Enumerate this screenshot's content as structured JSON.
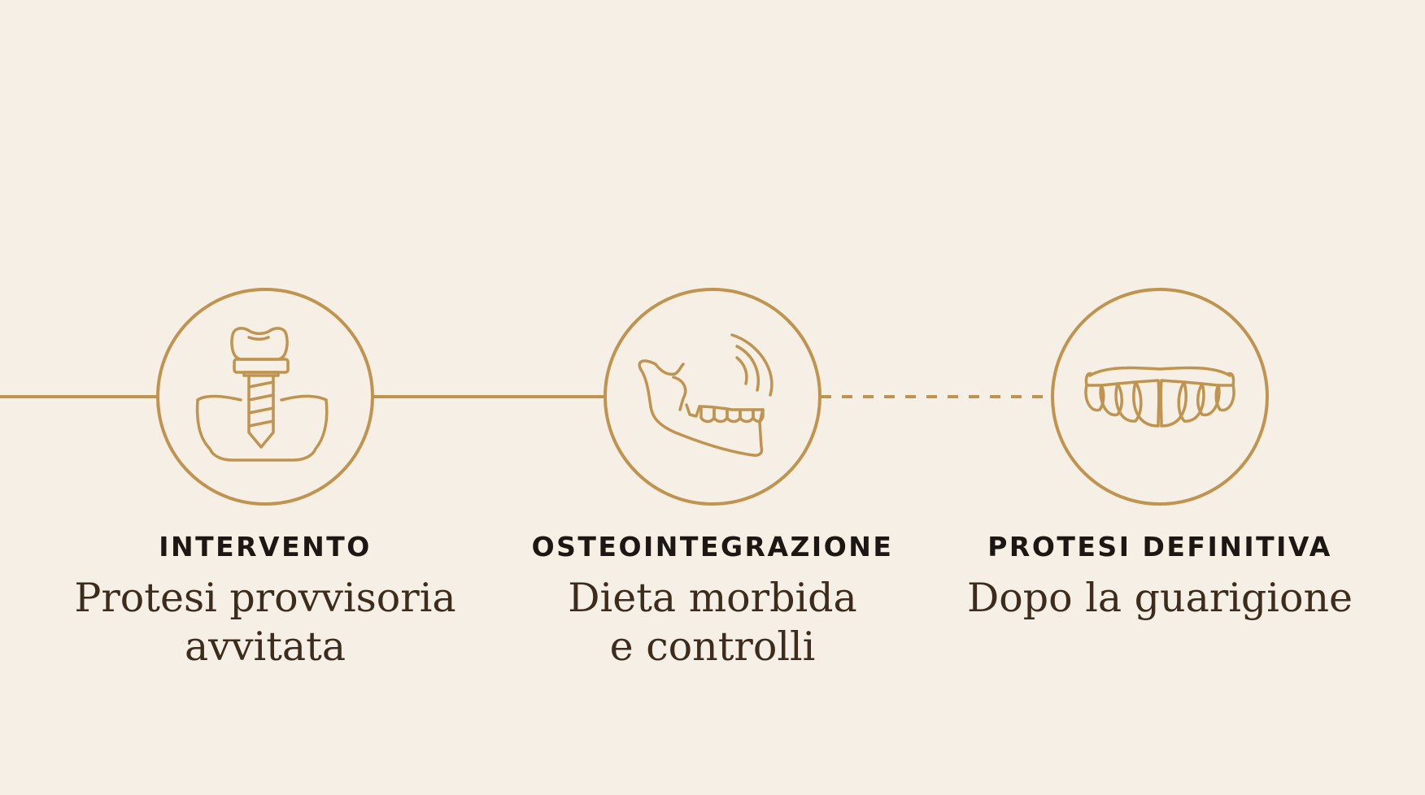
{
  "colors": {
    "background": "#f5efe5",
    "accent": "#c0944e",
    "title": "#1c1713",
    "subtitle": "#3b2c1d"
  },
  "steps": [
    {
      "title": "INTERVENTO",
      "subtitle_lines": [
        "Protesi provvisoria",
        "avvitata"
      ],
      "icon": "dental-implant-icon",
      "connector_before": "solid"
    },
    {
      "title": "OSTEOINTEGRAZIONE",
      "subtitle_lines": [
        "Dieta morbida",
        "e controlli"
      ],
      "icon": "jaw-chewing-icon",
      "connector_before": "solid"
    },
    {
      "title": "PROTESI DEFINITIVA",
      "subtitle_lines": [
        "Dopo la guarigione"
      ],
      "icon": "teeth-arch-icon",
      "connector_before": "dashed"
    }
  ]
}
